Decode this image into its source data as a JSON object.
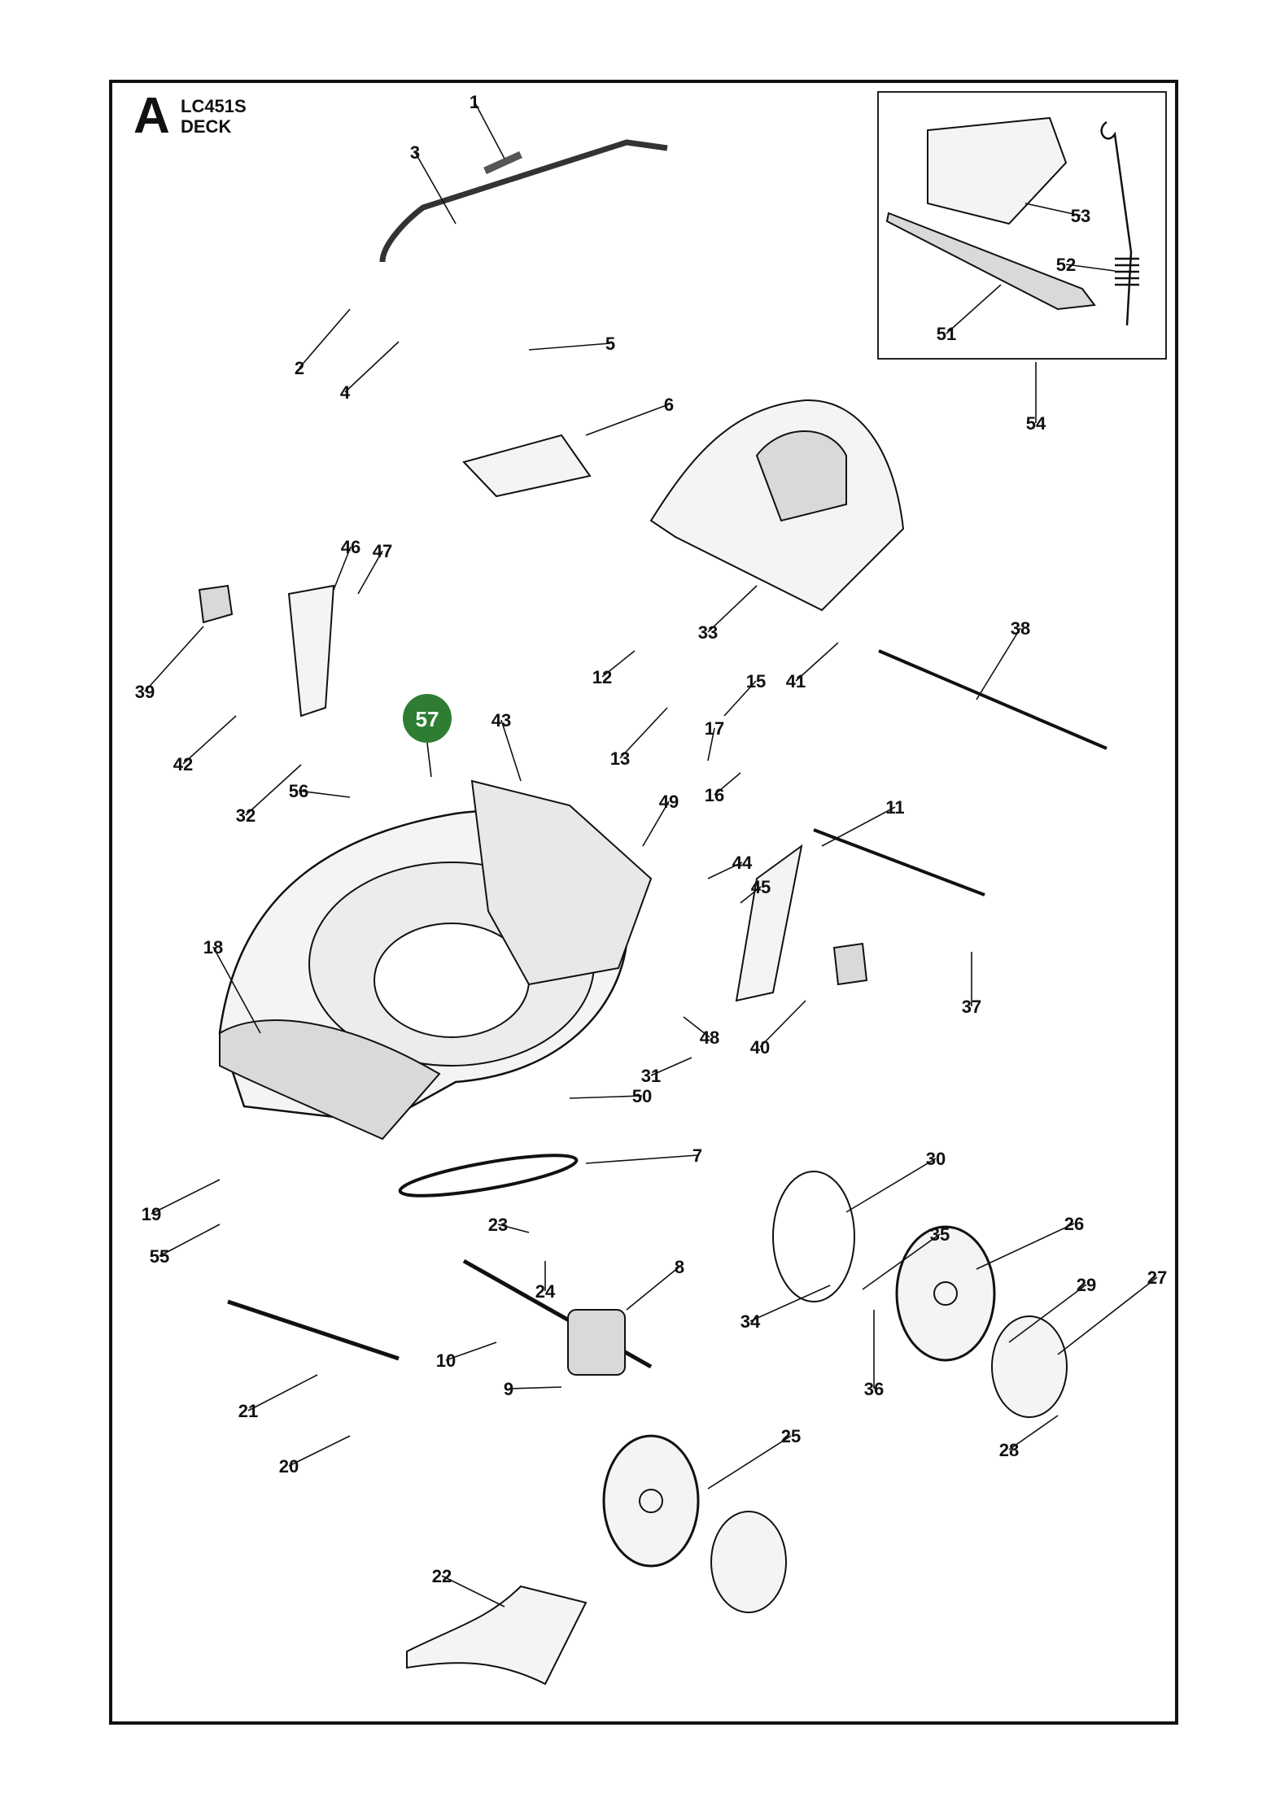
{
  "header": {
    "section_letter": "A",
    "model": "LC451S",
    "assembly": "DECK"
  },
  "colors": {
    "line": "#111111",
    "part_fill": "#f4f4f4",
    "part_shade": "#d9d9d9",
    "highlight": "#2e7d32"
  },
  "highlight": {
    "label": "57"
  },
  "callouts": [
    {
      "label": "1"
    },
    {
      "label": "2"
    },
    {
      "label": "3"
    },
    {
      "label": "4"
    },
    {
      "label": "5"
    },
    {
      "label": "6"
    },
    {
      "label": "7"
    },
    {
      "label": "8"
    },
    {
      "label": "9"
    },
    {
      "label": "10"
    },
    {
      "label": "11"
    },
    {
      "label": "12"
    },
    {
      "label": "13"
    },
    {
      "label": "15"
    },
    {
      "label": "16"
    },
    {
      "label": "17"
    },
    {
      "label": "18"
    },
    {
      "label": "19"
    },
    {
      "label": "20"
    },
    {
      "label": "21"
    },
    {
      "label": "22"
    },
    {
      "label": "23"
    },
    {
      "label": "24"
    },
    {
      "label": "25"
    },
    {
      "label": "26"
    },
    {
      "label": "27"
    },
    {
      "label": "28"
    },
    {
      "label": "29"
    },
    {
      "label": "30"
    },
    {
      "label": "31"
    },
    {
      "label": "32"
    },
    {
      "label": "33"
    },
    {
      "label": "34"
    },
    {
      "label": "35"
    },
    {
      "label": "36"
    },
    {
      "label": "37"
    },
    {
      "label": "38"
    },
    {
      "label": "39"
    },
    {
      "label": "40"
    },
    {
      "label": "41"
    },
    {
      "label": "42"
    },
    {
      "label": "43"
    },
    {
      "label": "44"
    },
    {
      "label": "45"
    },
    {
      "label": "46"
    },
    {
      "label": "47"
    },
    {
      "label": "48"
    },
    {
      "label": "49"
    },
    {
      "label": "50"
    },
    {
      "label": "51"
    },
    {
      "label": "52"
    },
    {
      "label": "53"
    },
    {
      "label": "54"
    },
    {
      "label": "55"
    },
    {
      "label": "56"
    }
  ]
}
